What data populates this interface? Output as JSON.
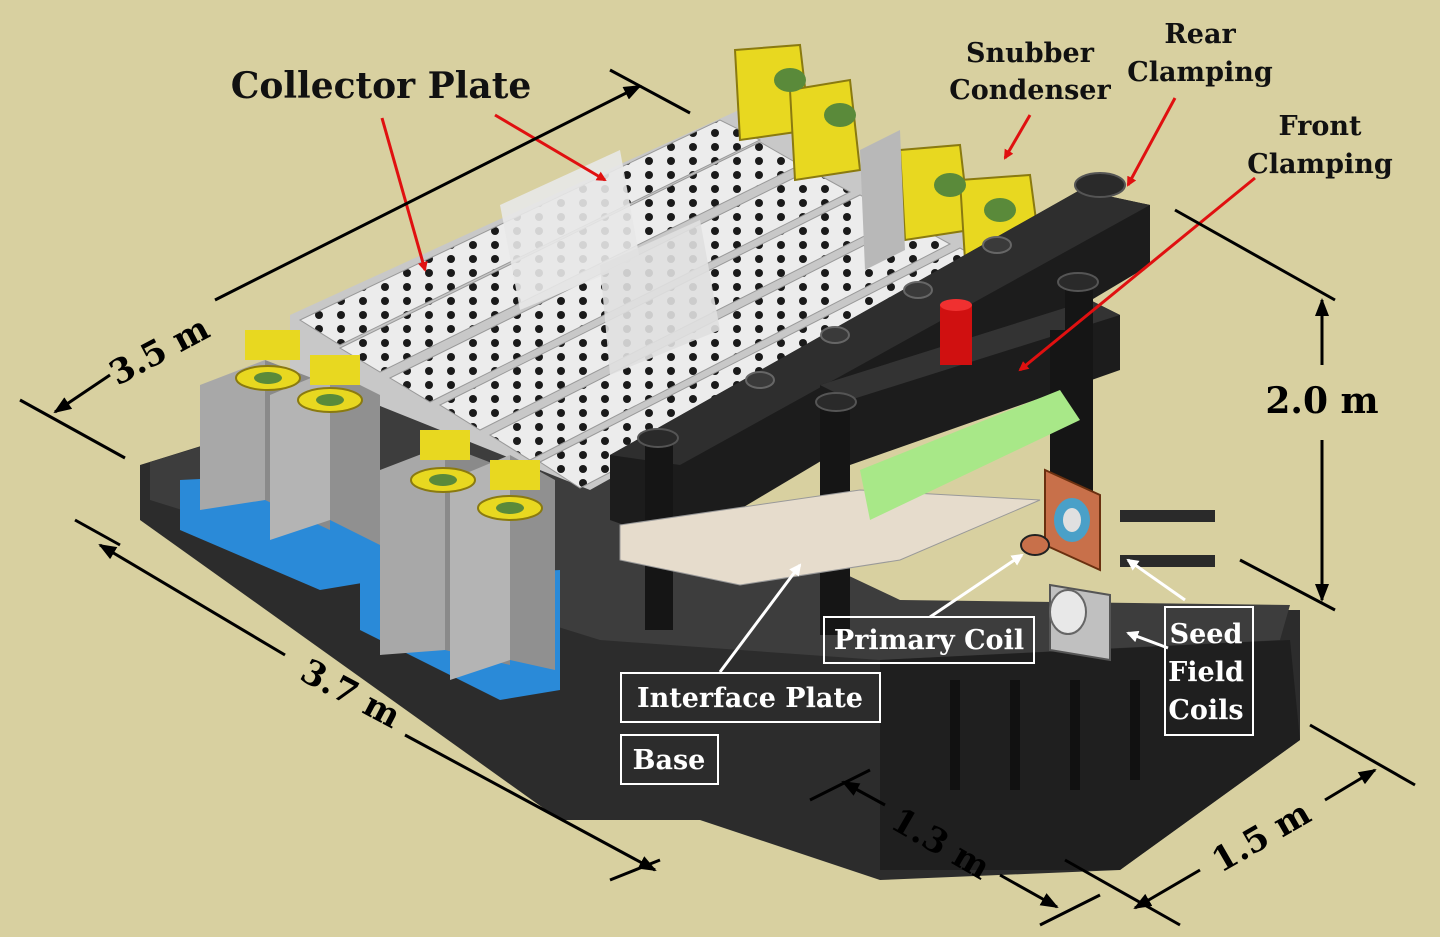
{
  "labels": {
    "collector_plate": "Collector Plate",
    "snubber": [
      "Snubber",
      "Condenser"
    ],
    "rear_clamping": [
      "Rear",
      "Clamping"
    ],
    "front_clamping": [
      "Front",
      "Clamping"
    ],
    "primary_coil": "Primary Coil",
    "interface_plate": "Interface Plate",
    "base": "Base",
    "seed_field_coils": [
      "Seed",
      "Field",
      "Coils"
    ]
  },
  "dimensions": {
    "length_top": "3.5 m",
    "length_bottom": "3.7 m",
    "height": "2.0 m",
    "width_front": "1.3 m",
    "width_side": "1.5 m"
  },
  "colors": {
    "background": "#d8d0a0",
    "arrow_red": "#e01010",
    "arrow_white": "#ffffff",
    "steel_dark": "#202020",
    "collector_white": "#efefef",
    "snubber_yellow": "#e8d820",
    "coil_green": "#5a8a3a",
    "base_blue": "#2a8ad8",
    "primary_red": "#d01010"
  }
}
